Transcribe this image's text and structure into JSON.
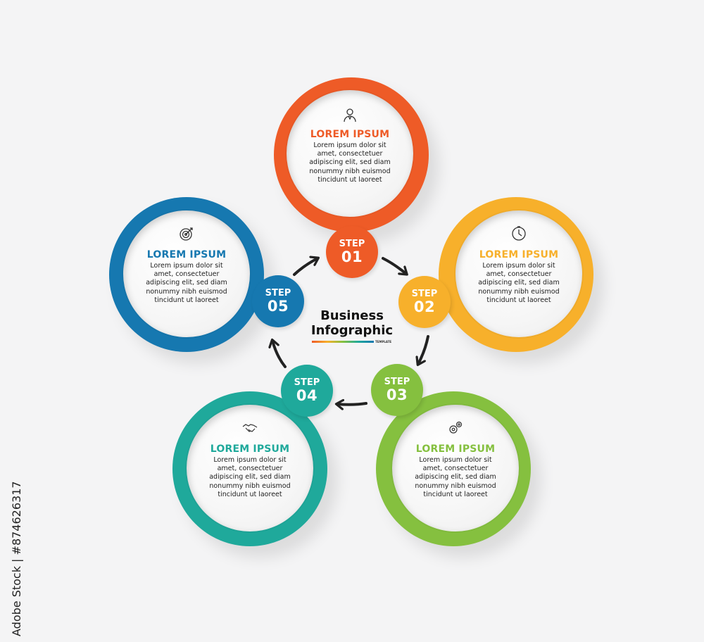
{
  "center": {
    "line1": "Business",
    "line2": "Infographic",
    "sub": "TEMPLATE"
  },
  "side_caption": "Adobe Stock | #874626317",
  "steps": [
    {
      "word": "STEP",
      "number": "01",
      "title": "LOREM IPSUM",
      "color": "#ee5b27",
      "icon": "person-icon",
      "lines": [
        "Lorem ipsum dolor sit",
        "amet, consectetuer",
        "adipiscing elit, sed diam",
        "nonummy nibh euismod",
        "tincidunt ut laoreet"
      ]
    },
    {
      "word": "STEP",
      "number": "02",
      "title": "LOREM IPSUM",
      "color": "#f7b02b",
      "icon": "clock-icon",
      "lines": [
        "Lorem ipsum dolor sit",
        "amet, consectetuer",
        "adipiscing elit, sed diam",
        "nonummy nibh euismod",
        "tincidunt ut laoreet"
      ]
    },
    {
      "word": "STEP",
      "number": "03",
      "title": "LOREM IPSUM",
      "color": "#85c03f",
      "icon": "gears-icon",
      "lines": [
        "Lorem ipsum dolor sit",
        "amet, consectetuer",
        "adipiscing elit, sed diam",
        "nonummy nibh euismod",
        "tincidunt ut laoreet"
      ]
    },
    {
      "word": "STEP",
      "number": "04",
      "title": "LOREM IPSUM",
      "color": "#1fa99b",
      "icon": "handshake-icon",
      "lines": [
        "Lorem ipsum dolor sit",
        "amet, consectetuer",
        "adipiscing elit, sed diam",
        "nonummy nibh euismod",
        "tincidunt ut laoreet"
      ]
    },
    {
      "word": "STEP",
      "number": "05",
      "title": "LOREM IPSUM",
      "color": "#1678b0",
      "icon": "target-icon",
      "lines": [
        "Lorem ipsum dolor sit",
        "amet, consectetuer",
        "adipiscing elit, sed diam",
        "nonummy nibh euismod",
        "tincidunt ut laoreet"
      ]
    }
  ]
}
